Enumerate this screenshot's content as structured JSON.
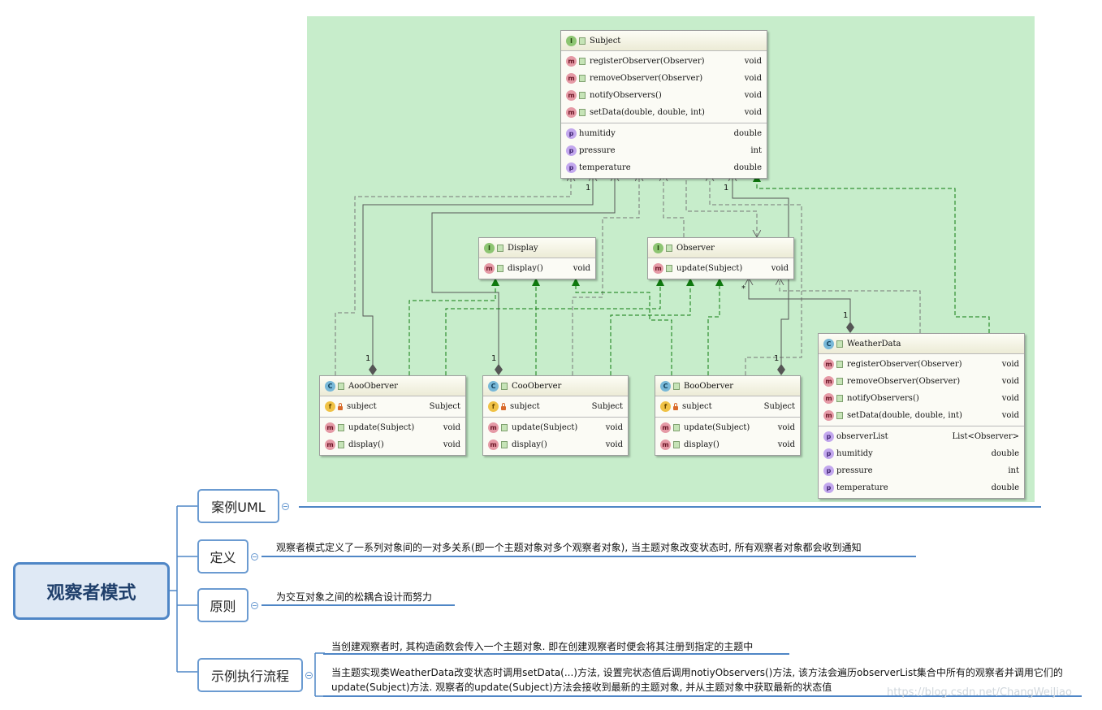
{
  "uml": {
    "subject": {
      "kind": "I",
      "name": "Subject",
      "methods": [
        {
          "name": "registerObserver(Observer)",
          "type": "void"
        },
        {
          "name": "removeObserver(Observer)",
          "type": "void"
        },
        {
          "name": "notifyObservers()",
          "type": "void"
        },
        {
          "name": "setData(double, double, int)",
          "type": "void"
        }
      ],
      "fields": [
        {
          "name": "humitidy",
          "type": "double"
        },
        {
          "name": "pressure",
          "type": "int"
        },
        {
          "name": "temperature",
          "type": "double"
        }
      ]
    },
    "display": {
      "kind": "I",
      "name": "Display",
      "methods": [
        {
          "name": "display()",
          "type": "void"
        }
      ]
    },
    "observer": {
      "kind": "I",
      "name": "Observer",
      "methods": [
        {
          "name": "update(Subject)",
          "type": "void"
        }
      ]
    },
    "aoo": {
      "kind": "C",
      "name": "AooOberver",
      "fields": [
        {
          "name": "subject",
          "type": "Subject"
        }
      ],
      "methods": [
        {
          "name": "update(Subject)",
          "type": "void"
        },
        {
          "name": "display()",
          "type": "void"
        }
      ]
    },
    "coo": {
      "kind": "C",
      "name": "CooOberver",
      "fields": [
        {
          "name": "subject",
          "type": "Subject"
        }
      ],
      "methods": [
        {
          "name": "update(Subject)",
          "type": "void"
        },
        {
          "name": "display()",
          "type": "void"
        }
      ]
    },
    "boo": {
      "kind": "C",
      "name": "BooOberver",
      "fields": [
        {
          "name": "subject",
          "type": "Subject"
        }
      ],
      "methods": [
        {
          "name": "update(Subject)",
          "type": "void"
        },
        {
          "name": "display()",
          "type": "void"
        }
      ]
    },
    "weather": {
      "kind": "C",
      "name": "WeatherData",
      "methods": [
        {
          "name": "registerObserver(Observer)",
          "type": "void"
        },
        {
          "name": "removeObserver(Observer)",
          "type": "void"
        },
        {
          "name": "notifyObservers()",
          "type": "void"
        },
        {
          "name": "setData(double, double, int)",
          "type": "void"
        }
      ],
      "fields": [
        {
          "name": "observerList",
          "type": "List<Observer>"
        },
        {
          "name": "humitidy",
          "type": "double"
        },
        {
          "name": "pressure",
          "type": "int"
        },
        {
          "name": "temperature",
          "type": "double"
        }
      ]
    },
    "multiplicities": {
      "subject_aoo": "1",
      "subject_wd": "1",
      "aoo": "1",
      "coo": "1",
      "boo": "1",
      "observer_many": "*",
      "weather": "1"
    },
    "colors": {
      "background": "#c7edcb",
      "realization": "#0f7a0f",
      "dependency": "#777777",
      "composition": "#555555"
    }
  },
  "mindmap": {
    "root": "观察者模式",
    "branches": [
      {
        "label": "案例UML",
        "texts": []
      },
      {
        "label": "定义",
        "texts": [
          "观察者模式定义了一系列对象间的一对多关系(即一个主题对象对多个观察者对象), 当主题对象改变状态时, 所有观察者对象都会收到通知"
        ]
      },
      {
        "label": "原则",
        "texts": [
          "为交互对象之间的松耦合设计而努力"
        ]
      },
      {
        "label": "示例执行流程",
        "texts": [
          "当创建观察者时, 其构造函数会传入一个主题对象. 即在创建观察者时便会将其注册到指定的主题中",
          "当主题实现类WeatherData改变状态时调用setData(...)方法, 设置完状态值后调用notiyObservers()方法, 该方法会遍历observerList集合中所有的观察者并调用它们的update(Subject)方法. 观察者的update(Subject)方法会接收到最新的主题对象, 并从主题对象中获取最新的状态值"
        ]
      }
    ],
    "color": "#4f86c6"
  },
  "watermark": "https://blog.csdn.net/ChangWeiJiao"
}
